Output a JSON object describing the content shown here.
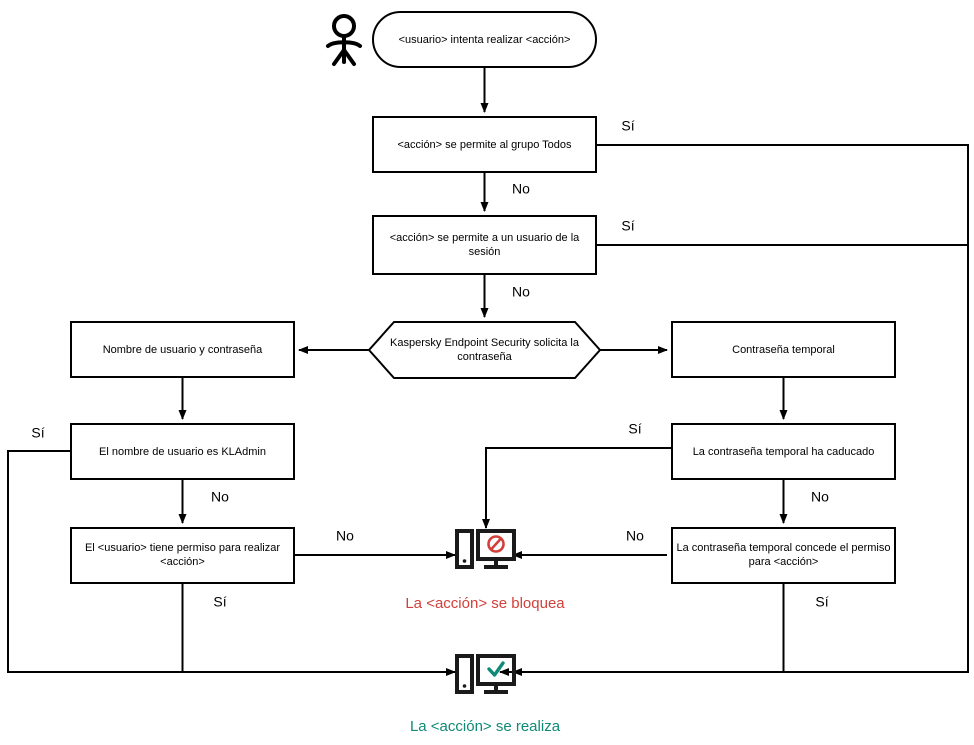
{
  "diagram": {
    "title": "Flujo de autorizacion de acciones en Kaspersky Endpoint Security",
    "colors": {
      "blocked": "#d1403a",
      "allowed": "#0f8a76",
      "line": "#000000",
      "box_fill": "#ffffff"
    },
    "nodes": {
      "actor": "actor-icon",
      "start": "<usuario> intenta realizar <acción>",
      "everyone_group": "<acción> se permite al grupo Todos",
      "session_user": "<acción> se permite a un usuario de la",
      "session_user_line2": "sesión",
      "kes_prompt": "Kaspersky Endpoint Security solicita la",
      "kes_prompt_line2": "contraseña",
      "username_password": "Nombre de usuario y contraseña",
      "temp_password": "Contraseña temporal",
      "is_kladmin": "El nombre de usuario es KLAdmin",
      "temp_expired": "La contraseña temporal ha caducado",
      "user_has_permission": "El <usuario> tiene permiso para realizar",
      "user_has_permission_line2": "<acción>",
      "temp_grants_permission": "La contraseña temporal concede el permiso",
      "temp_grants_permission_line2": "para <acción>",
      "blocked_icon": "monitor-blocked-icon",
      "allowed_icon": "monitor-check-icon"
    },
    "edge_labels": {
      "everyone_yes": "Sí",
      "everyone_no": "No",
      "session_yes": "Sí",
      "session_no": "No",
      "kladmin_yes": "Sí",
      "kladmin_no": "No",
      "permission_no": "No",
      "permission_yes": "Sí",
      "expired_yes": "Sí",
      "expired_no": "No",
      "grants_no": "No",
      "grants_yes": "Sí"
    },
    "outcomes": {
      "blocked": "La <acción> se bloquea",
      "allowed": "La <acción> se realiza"
    }
  }
}
